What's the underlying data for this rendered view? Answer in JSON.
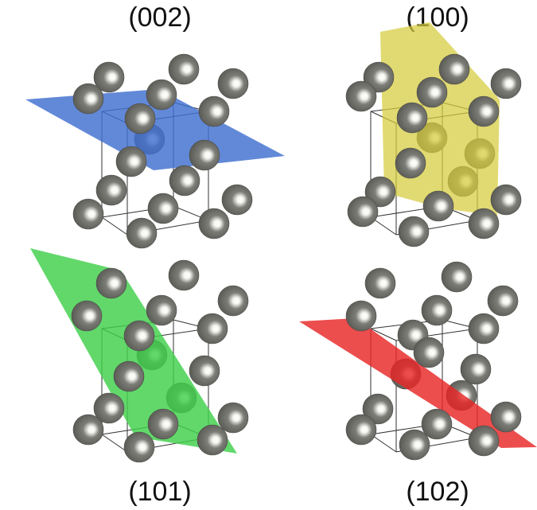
{
  "panels": [
    {
      "label": "(002)",
      "plane_color": "#3f6fd0"
    },
    {
      "label": "(100)",
      "plane_color": "#d6cc3c"
    },
    {
      "label": "(101)",
      "plane_color": "#3fcf4a"
    },
    {
      "label": "(102)",
      "plane_color": "#e82626"
    }
  ],
  "atom_color": "#7d7d78"
}
